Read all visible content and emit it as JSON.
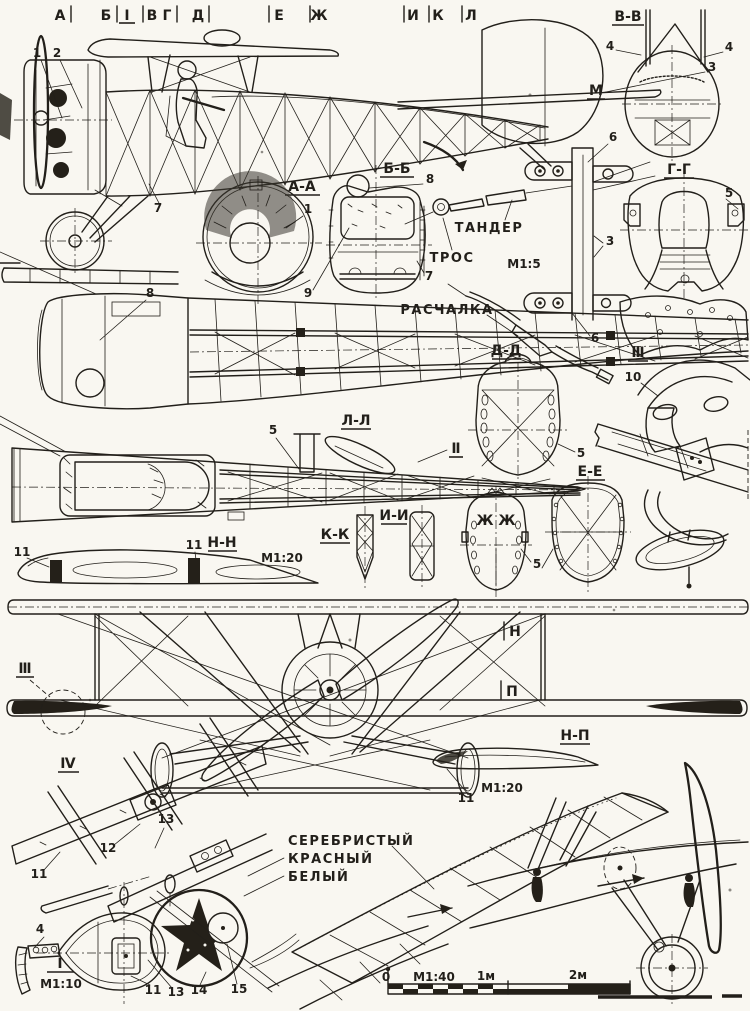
{
  "sheet": {
    "bg": "#f9f7f1",
    "ink": "#221f1a"
  },
  "stations": {
    "a": "А",
    "b": "Б",
    "rom1": "Ⅰ",
    "v": "В",
    "g": "Г",
    "d": "Д",
    "e": "Е",
    "zh": "Ж",
    "i": "И",
    "k": "К",
    "l": "Л"
  },
  "sections": {
    "aa": "А-А",
    "bb": "Б-Б",
    "vv": "В-В",
    "gg": "Г-Г",
    "dd": "Д-Д",
    "ee": "Е-Е",
    "zhzh": "Ж Ж",
    "ii": "И-И",
    "kk": "К-К",
    "ll": "Л-Л",
    "nn": "Н-Н",
    "np": "Н-П"
  },
  "view_marks": {
    "m": "М",
    "n": "Н",
    "p": "П"
  },
  "details": {
    "r1": "Ⅰ",
    "r2": "Ⅱ",
    "r3a": "Ⅲ",
    "r3b": "Ⅲ",
    "r4": "Ⅳ"
  },
  "scales": {
    "s5": "М1:5",
    "s10": "М1:10",
    "s20_nn": "М1:20",
    "s20_np": "М1:20",
    "s40": "М1:40"
  },
  "callout_words": {
    "tander": "ТАНДЕР",
    "tros": "ТРОС",
    "raschalka": "РАСЧАЛКА"
  },
  "paint_colors": {
    "silver": "СЕРЕБРИСТЫЙ",
    "red": "КРАСНЫЙ",
    "white": "БЕЛЫЙ"
  },
  "ruler": {
    "zero": "0",
    "one_m": "1м",
    "two_m": "2м"
  },
  "nums": {
    "side_1": "1",
    "side_2": "2",
    "side_7": "7",
    "aa_1": "1",
    "bb_8": "8",
    "bb_9": "9",
    "bb_7": "7",
    "vv_4l": "4",
    "vv_4r": "4",
    "fin_3": "3",
    "vv_6": "6",
    "strut_3": "3",
    "strut_6": "6",
    "gg_5": "5",
    "top_8": "8",
    "plan_5": "5",
    "dd_5": "5",
    "iii_10": "10",
    "zh_5": "5",
    "nn_11a": "11",
    "nn_11b": "11",
    "np_11": "11",
    "iv_12": "12",
    "iv_13": "13",
    "iv_11": "11",
    "sk_4": "4",
    "sk_11": "11",
    "sk_13": "13",
    "sk_14": "14",
    "sk_15": "15"
  }
}
